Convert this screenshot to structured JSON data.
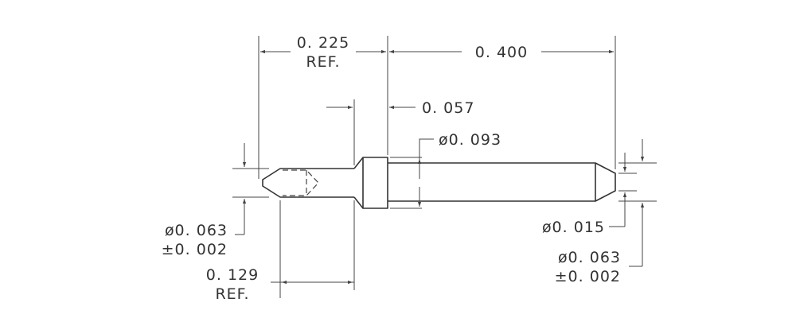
{
  "dimensions": {
    "overall_left": {
      "value": "0. 225",
      "note": "REF."
    },
    "overall_right": {
      "value": "0. 400"
    },
    "collar_width": {
      "value": "0. 057"
    },
    "collar_diameter": {
      "value": "ø0. 093"
    },
    "left_tip_diameter": {
      "value": "ø0. 063",
      "tol": "±0. 002"
    },
    "right_tip_flat": {
      "value": "ø0. 015"
    },
    "right_diameter": {
      "value": "ø0. 063",
      "tol": "±0. 002"
    },
    "left_length": {
      "value": "0. 129",
      "note": "REF."
    }
  },
  "colors": {
    "line": "#333333",
    "background": "#ffffff"
  }
}
